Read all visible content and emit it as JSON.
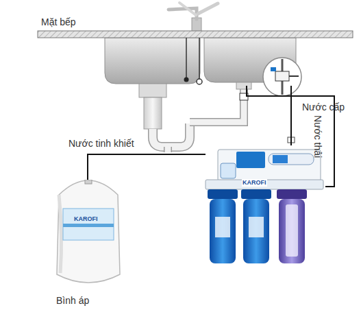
{
  "diagram": {
    "nodes": [
      {
        "text": [
          "Mặt bếp"
        ]
      },
      {
        "text": [
          "KAROFI"
        ]
      },
      {
        "text": [
          "KAROFI",
          "Bình áp"
        ]
      }
    ],
    "edges": [
      {
        "from": 0,
        "to": 1,
        "arrow": "none",
        "label": "Nước cấp"
      },
      {
        "from": 1,
        "to": 0,
        "arrow": "none",
        "label": "Nước thải"
      },
      {
        "from": 1,
        "to": 2,
        "arrow": "none",
        "label": "Nước tinh khiết"
      }
    ]
  }
}
